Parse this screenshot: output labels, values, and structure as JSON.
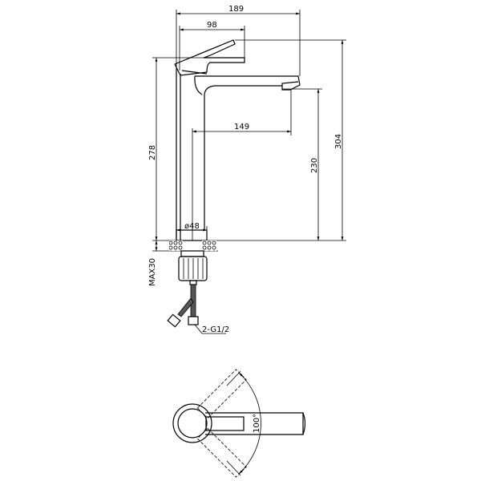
{
  "drawing": {
    "dimensions": {
      "overall_width": "189",
      "handle_reach": "98",
      "spout_reach": "149",
      "base_diameter": "ø48",
      "height_to_handle": "278",
      "spout_height": "230",
      "overall_height": "304",
      "max_counter_thickness": "MAX30",
      "inlet_connection": "2-G1/2",
      "handle_rotation": "100°"
    }
  }
}
